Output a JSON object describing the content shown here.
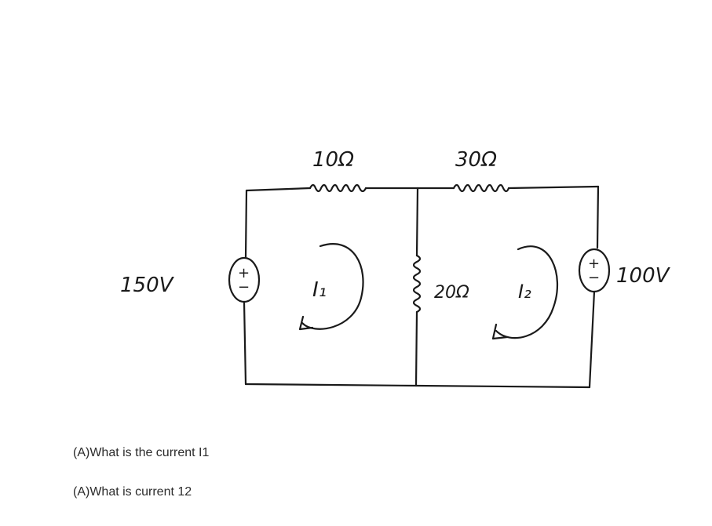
{
  "circuit": {
    "resistors": {
      "r_top_left": "10Ω",
      "r_top_right": "30Ω",
      "r_middle": "20Ω"
    },
    "sources": {
      "left_source": {
        "label": "150V",
        "polarity_top": "+",
        "polarity_bottom": "−"
      },
      "right_source": {
        "label": "100V",
        "polarity_top": "+",
        "polarity_bottom": "−"
      }
    },
    "loop_currents": {
      "left": "I₁",
      "right": "I₂"
    }
  },
  "questions": [
    "(A)What is the current I1",
    "(A)What is current 12"
  ]
}
